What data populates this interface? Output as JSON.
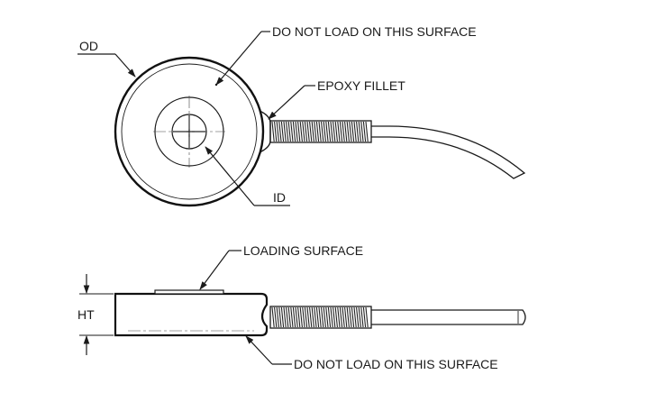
{
  "callouts": {
    "od": "OD",
    "id": "ID",
    "do_not_load_top": "DO NOT LOAD ON THIS SURFACE",
    "epoxy_fillet": "EPOXY FILLET",
    "loading_surface": "LOADING SURFACE",
    "ht": "HT",
    "do_not_load_bottom": "DO NOT LOAD ON THIS SURFACE"
  }
}
